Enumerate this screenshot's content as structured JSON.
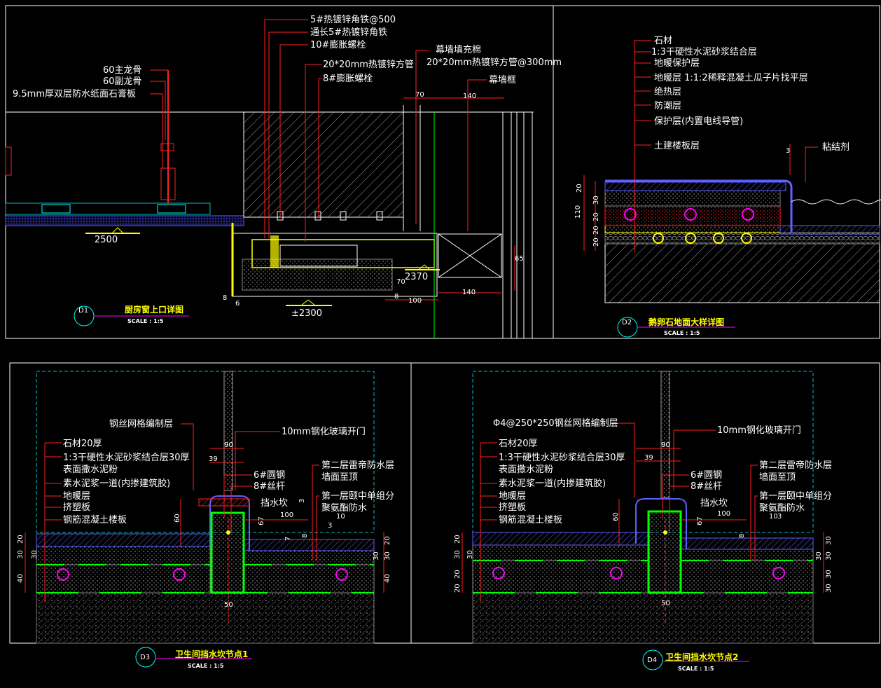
{
  "colors": {
    "background": "#000000",
    "frame": "#ffffff",
    "red": "#ff2020",
    "yellow": "#ffff00",
    "cyan": "#00ffff",
    "green": "#00ff00",
    "magenta": "#ff00ff",
    "blue": "#6060ff",
    "gray": "#808080"
  },
  "d1": {
    "tag": "D1",
    "title": "厨房窗上口详图",
    "scale": "SCALE : 1:5",
    "labels": [
      "5#热镀锌角铁@500",
      "通长5#热镀锌角铁",
      "10#膨胀螺栓",
      "20*20mm热镀锌方管",
      "8#膨胀螺栓",
      "幕墙填充棉",
      "20*20mm热镀锌方管@300mm",
      "幕墙框",
      "60主龙骨",
      "60副龙骨",
      "9.5mm厚双层防水纸面石膏板"
    ],
    "dims": [
      "70",
      "140",
      "140",
      "2500",
      "2370",
      "±2300",
      "100",
      "70",
      "8",
      "8",
      "6",
      "65"
    ]
  },
  "d2": {
    "tag": "D2",
    "title": "鹅卵石地面大样详图",
    "scale": "SCALE : 1:5",
    "labels": [
      "石材",
      "1:3干硬性水泥砂浆结合层",
      "地暖保护层",
      "地暖层 1:1:2稀释混凝土瓜子片找平层",
      "绝热层",
      "防潮层",
      "保护层(内置电线导管)",
      "土建楼板层",
      "粘结剂"
    ],
    "dims": [
      "20",
      "30",
      "20",
      "20",
      "20",
      "110",
      "3"
    ]
  },
  "d3": {
    "tag": "D3",
    "title": "卫生间挡水坎节点1",
    "scale": "SCALE : 1:5",
    "labels": [
      "钢丝网格编制层",
      "10mm钢化玻璃开门",
      "石材20厚",
      "1:3干硬性水泥砂浆结合层30厚",
      "表面撒水泥粉",
      "素水泥浆一道(内掺建筑胶)",
      "地暖层",
      "挤塑板",
      "钢筋混凝土楼板",
      "6#圆钢",
      "8#丝杆",
      "第二层雷帝防水层",
      "墙面至顶",
      "第一层颐中单组分",
      "聚氨酯防水",
      "挡水坎"
    ],
    "dims": [
      "90",
      "39",
      "60",
      "67",
      "100",
      "10",
      "3",
      "3",
      "8",
      "7",
      "50",
      "20",
      "30",
      "30",
      "40",
      "20",
      "30",
      "30",
      "40"
    ]
  },
  "d4": {
    "tag": "D4",
    "title": "卫生间挡水坎节点2",
    "scale": "SCALE : 1:5",
    "labels": [
      "Φ4@250*250钢丝网格编制层",
      "10mm钢化玻璃开门",
      "石材20厚",
      "1:3干硬性水泥砂浆结合层30厚",
      "表面撒水泥粉",
      "素水泥浆一道(内掺建筑胶)",
      "地暖层",
      "挤塑板",
      "钢筋混凝土楼板",
      "6#圆钢",
      "8#丝杆",
      "第二层雷帝防水层",
      "墙面至顶",
      "第一层颐中单组分",
      "聚氨酯防水",
      "挡水坎"
    ],
    "dims": [
      "90",
      "39",
      "60",
      "67",
      "100",
      "10",
      "3",
      "8",
      "50",
      "20",
      "30",
      "30",
      "20",
      "20",
      "30",
      "30",
      "30",
      "30",
      "30"
    ]
  }
}
